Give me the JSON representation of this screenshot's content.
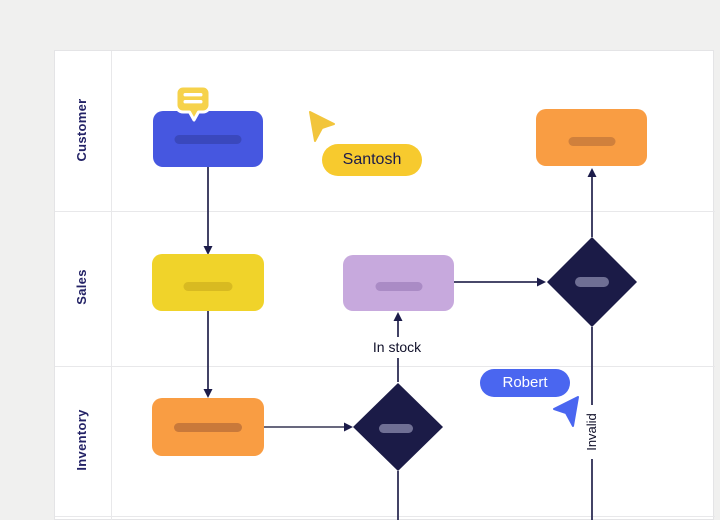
{
  "board": {
    "type": "swimlane-flowchart",
    "lanes": [
      {
        "label": "Customer"
      },
      {
        "label": "Sales"
      },
      {
        "label": "Inventory"
      }
    ]
  },
  "nodes": [
    {
      "id": "blue-rect",
      "lane": "Customer",
      "kind": "process",
      "color": "#4657e0",
      "has_comment": true
    },
    {
      "id": "orange-rect-customer",
      "lane": "Customer",
      "kind": "process",
      "color": "#f99d43"
    },
    {
      "id": "yellow-rect",
      "lane": "Sales",
      "kind": "process",
      "color": "#f0d32a"
    },
    {
      "id": "purple-rect",
      "lane": "Sales",
      "kind": "process",
      "color": "#c7a9dd"
    },
    {
      "id": "sales-diamond",
      "lane": "Sales",
      "kind": "decision",
      "color": "#1b1b47"
    },
    {
      "id": "orange-rect-inventory",
      "lane": "Inventory",
      "kind": "process",
      "color": "#f99d43"
    },
    {
      "id": "inventory-diamond",
      "lane": "Inventory",
      "kind": "decision",
      "color": "#1b1b47"
    }
  ],
  "edge_labels": {
    "in_stock": "In stock",
    "invalid": "Invalid"
  },
  "collaborators": [
    {
      "name": "Santosh",
      "color": "#f7ca2e",
      "cursor": "pointer-cursor-icon"
    },
    {
      "name": "Robert",
      "color": "#4a66f0",
      "cursor": "pointer-cursor-icon"
    }
  ],
  "icons": {
    "comment": "comment-bubble-icon"
  },
  "colors": {
    "background": "#f0f0ef",
    "surface": "#ffffff",
    "lane_border": "#e8e8ea",
    "lane_label_text": "#232266",
    "connector": "#2e2e55",
    "arrowhead": "#1c1c4a",
    "diamond_fill": "#1b1b47",
    "diamond_placeholder": "#6f6f94",
    "comment_icon": "#f6d24b"
  }
}
